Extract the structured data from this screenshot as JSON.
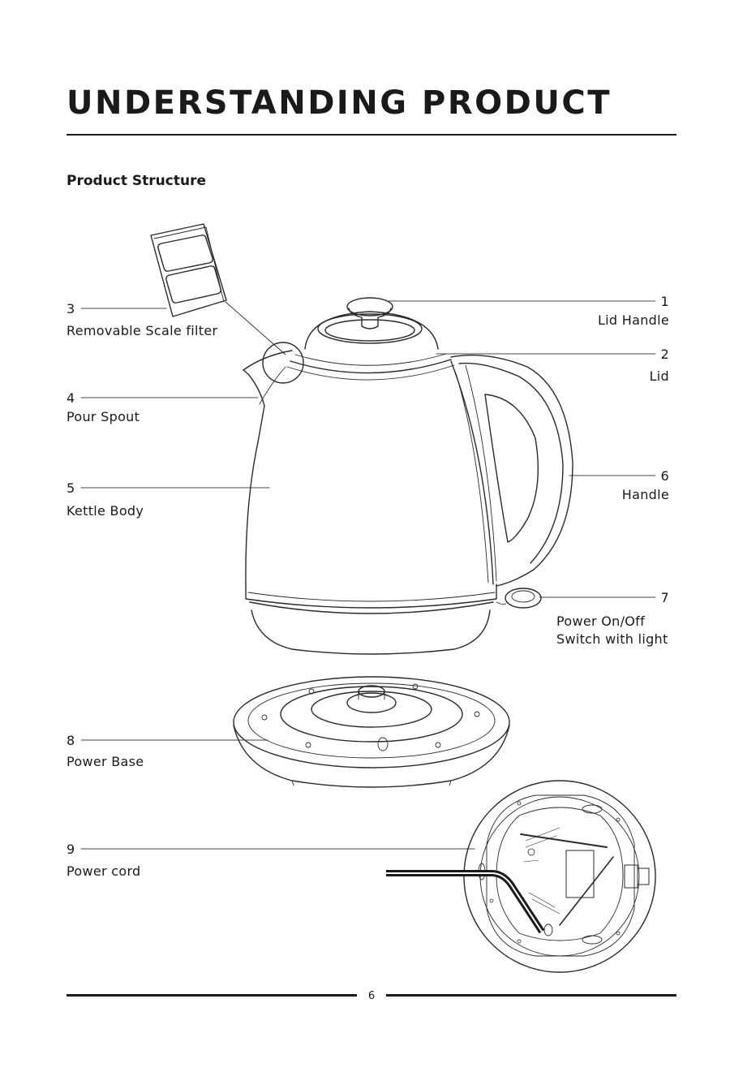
{
  "header": {
    "title": "UNDERSTANDING PRODUCT"
  },
  "section": {
    "subtitle": "Product Structure"
  },
  "parts": [
    {
      "number": "1",
      "name": "Lid Handle"
    },
    {
      "number": "2",
      "name": "Lid"
    },
    {
      "number": "3",
      "name": "Removable Scale filter"
    },
    {
      "number": "4",
      "name": "Pour Spout"
    },
    {
      "number": "5",
      "name": "Kettle Body"
    },
    {
      "number": "6",
      "name": "Handle"
    },
    {
      "number": "7",
      "name": "Power On/Off",
      "name_line2": "Switch with light"
    },
    {
      "number": "8",
      "name": "Power Base"
    },
    {
      "number": "9",
      "name": "Power cord"
    }
  ],
  "footer": {
    "page_number": "6"
  }
}
